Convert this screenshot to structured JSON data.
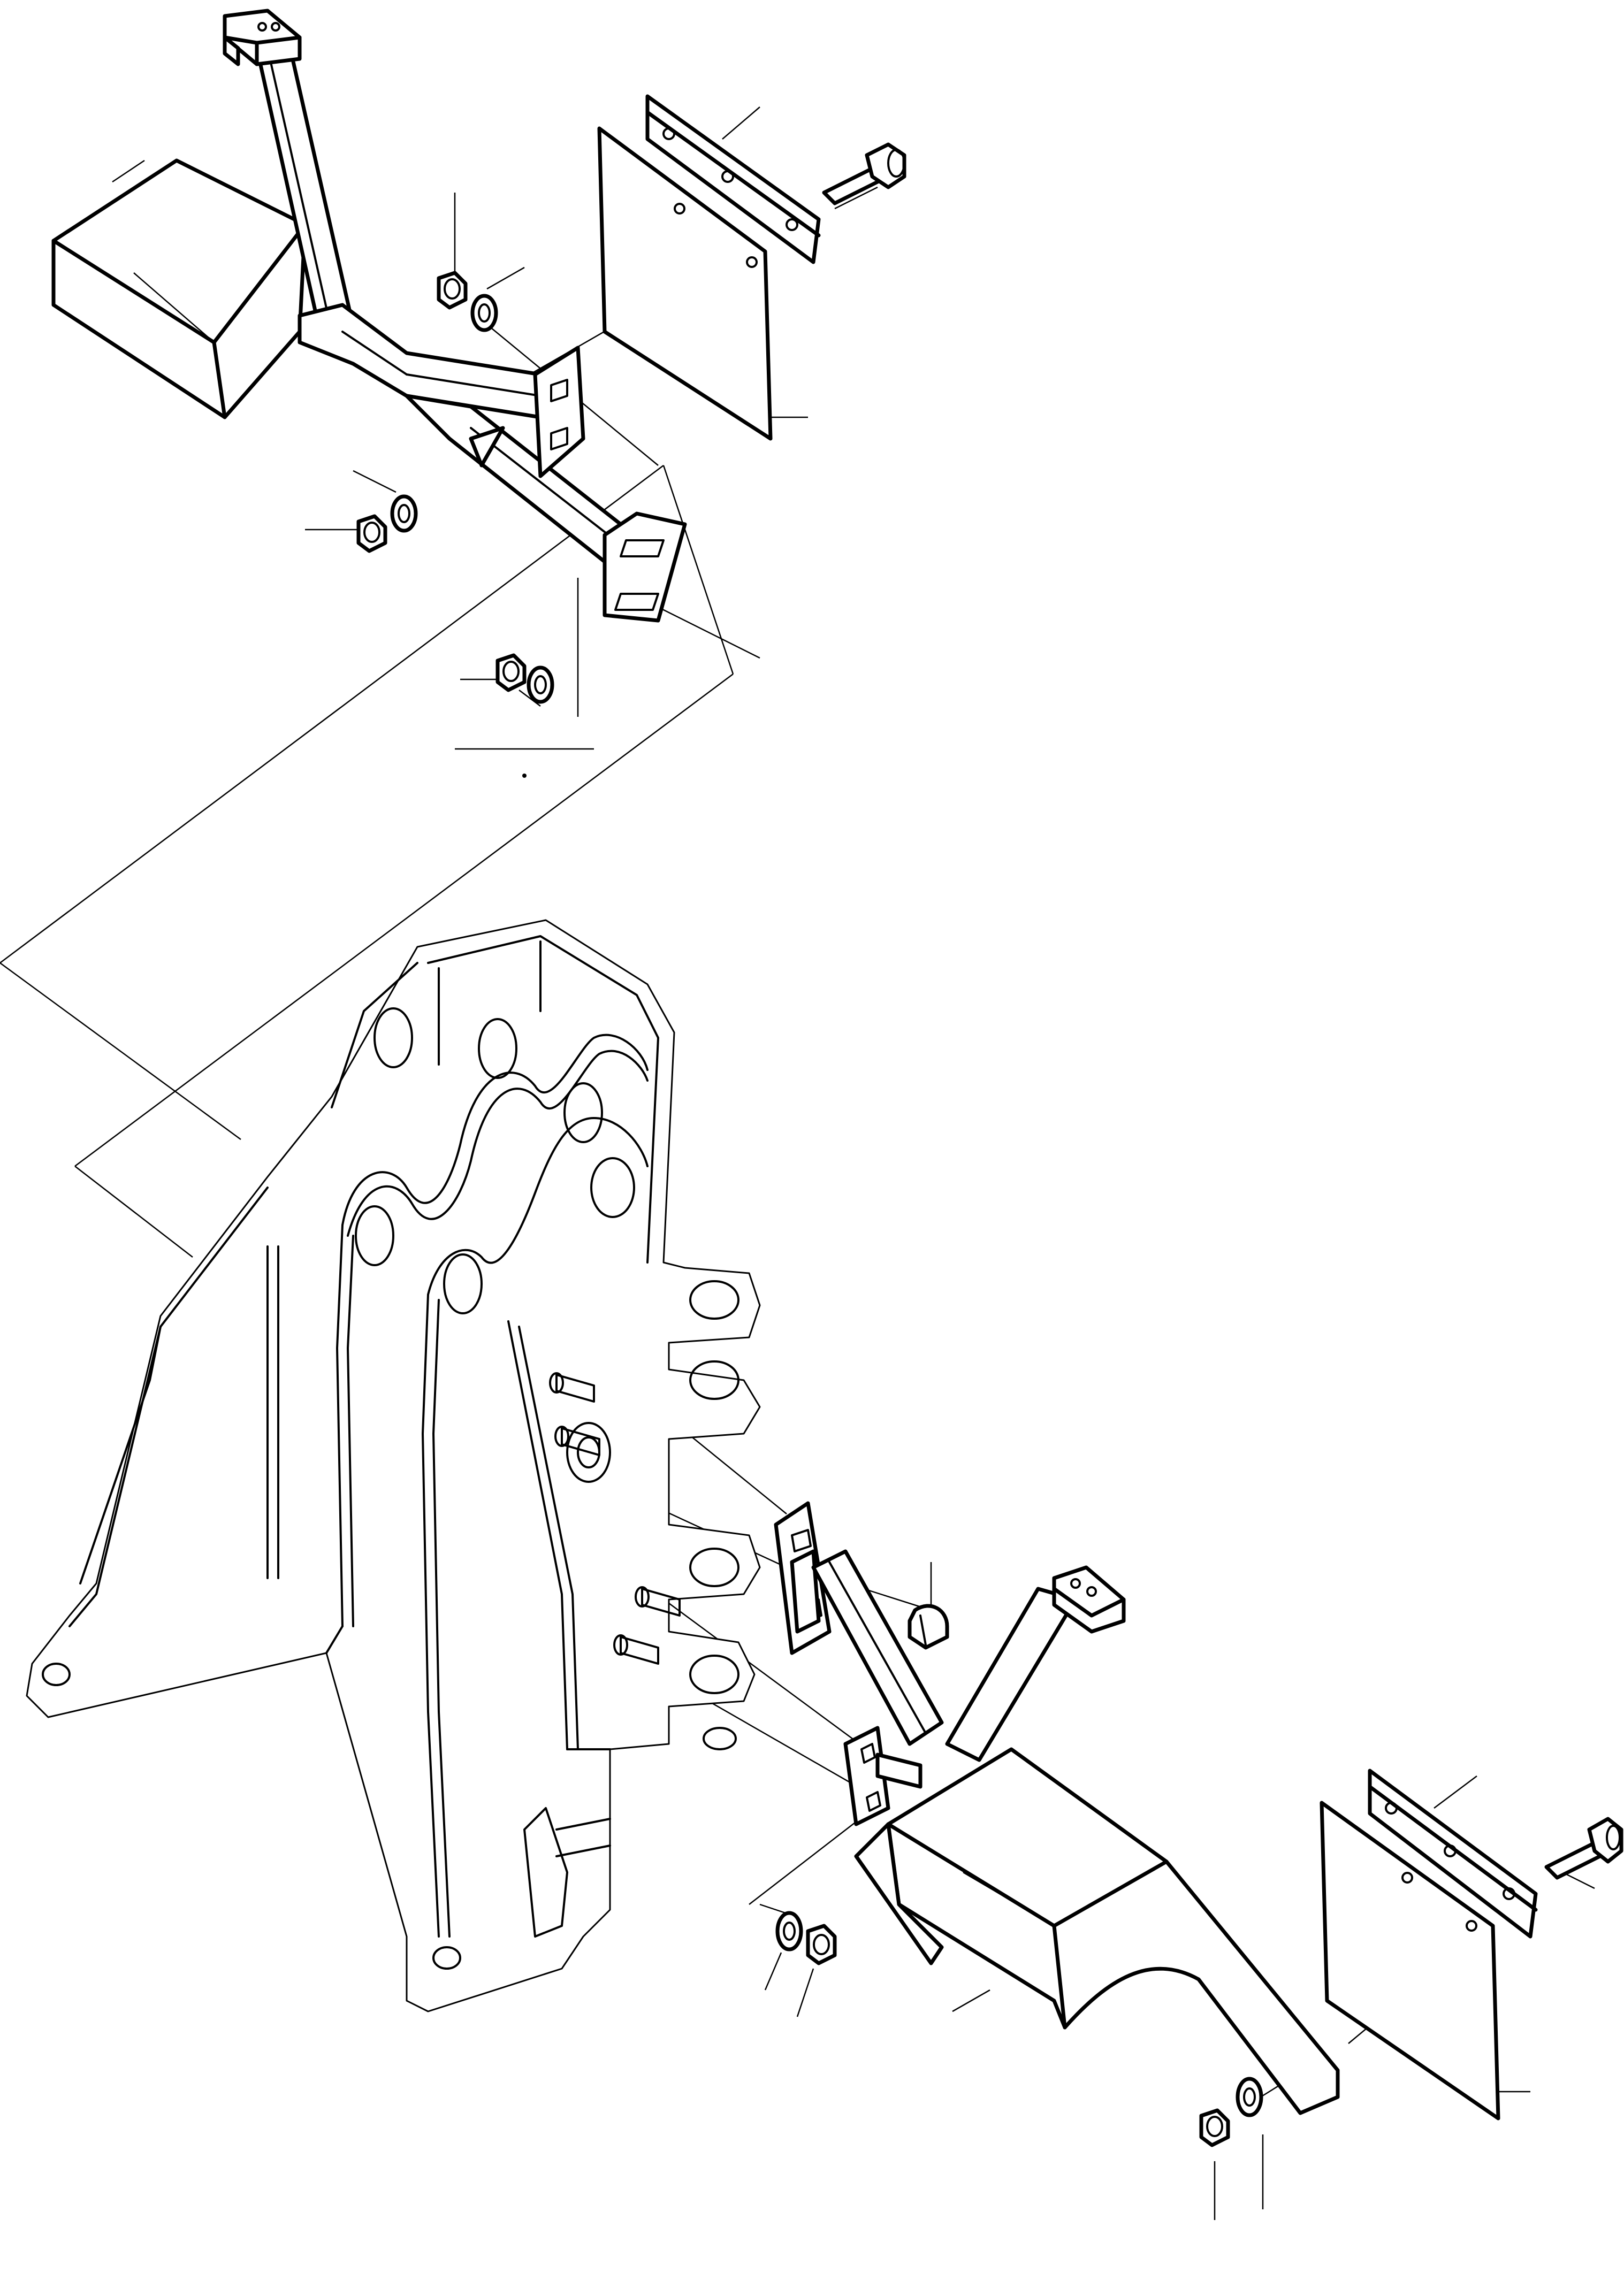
{
  "drawing": {
    "type": "exploded-parts-view",
    "line_color": "#000000",
    "background": "#ffffff",
    "assemblies": [
      {
        "name": "upper-fender-assembly",
        "parts": [
          "fender-block",
          "support-arm",
          "bracket-arm",
          "mounting-plate",
          "mudflap-plate",
          "clamp-strip",
          "bolt",
          "nut",
          "washer"
        ]
      },
      {
        "name": "lower-fender-assembly",
        "parts": [
          "fender-block",
          "support-arm",
          "bracket-arm",
          "mounting-plate",
          "mudflap-plate",
          "clamp-strip",
          "bolt",
          "nut",
          "washer",
          "cap-nut"
        ]
      },
      {
        "name": "frame-casting",
        "parts": [
          "frame",
          "mounting-pins",
          "lugs"
        ]
      }
    ]
  }
}
